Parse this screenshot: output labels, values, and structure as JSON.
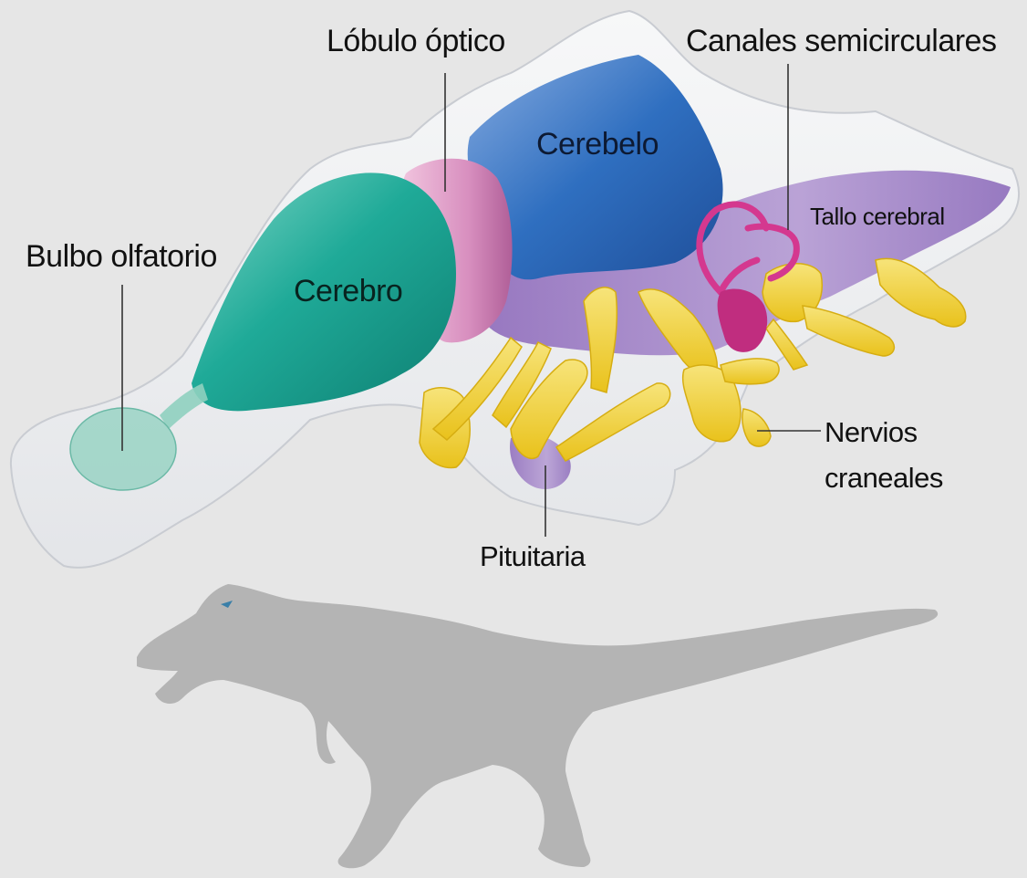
{
  "labels": {
    "lobulo_optico": "Lóbulo óptico",
    "canales_semicirculares": "Canales semicirculares",
    "cerebelo": "Cerebelo",
    "tallo_cerebral": "Tallo cerebral",
    "bulbo_olfatorio": "Bulbo olfatorio",
    "cerebro": "Cerebro",
    "nervios": "Nervios",
    "craneales": "craneales",
    "pituitaria": "Pituitaria"
  },
  "colors": {
    "background": "#e6e6e6",
    "brain_case": "#f3f4f6",
    "cerebrum": "#1faa98",
    "olfactory_bulb": "#8fd0bf",
    "optic_lobe": "#d88fbf",
    "cerebellum": "#2f6fc0",
    "brainstem": "#a98ccc",
    "semicircular_canals": "#d4388f",
    "cranial_nerves": "#f1d33a",
    "pituitary": "#b79ccd",
    "silhouette": "#b4b4b4"
  }
}
